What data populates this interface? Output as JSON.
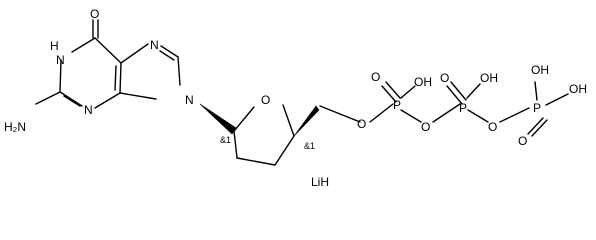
{
  "labels": {
    "o_carbonyl": "O",
    "nh": "H",
    "n1": "N",
    "n7": "N",
    "n3": "N",
    "n9": "N",
    "h2n": "H₂N",
    "o_ring": "O",
    "stereo_1": "&1",
    "stereo_4": "&1",
    "o_ester": "O",
    "p1": "P",
    "p1_oh": "OH",
    "p1_o": "O",
    "o_bridge1": "O",
    "p2": "P",
    "p2_o": "O",
    "p2_oh": "OH",
    "o_bridge2": "O",
    "p3": "P",
    "p3_oh_top": "OH",
    "p3_o": "O",
    "p3_oh_right": "OH",
    "counterion": "LiH"
  }
}
